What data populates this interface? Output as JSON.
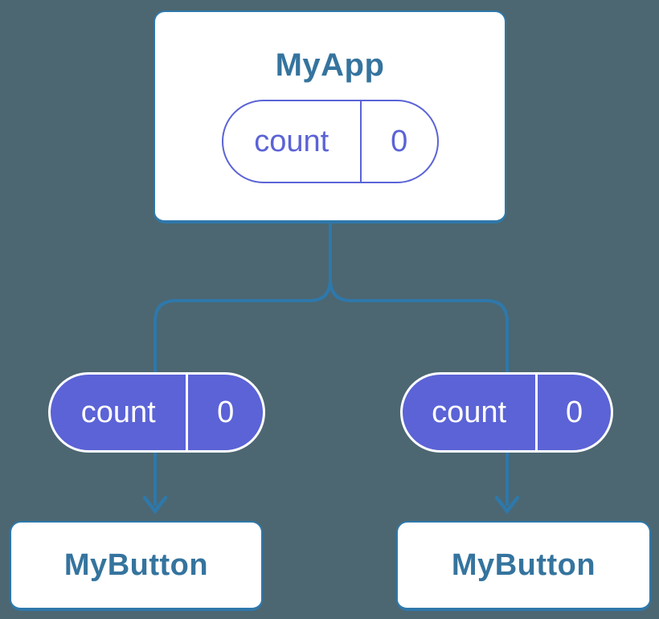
{
  "diagram": {
    "description": "Component tree passing a prop from parent to children",
    "root": {
      "title": "MyApp",
      "prop": {
        "name": "count",
        "value": "0"
      }
    },
    "children": [
      {
        "title": "MyButton",
        "prop": {
          "name": "count",
          "value": "0"
        }
      },
      {
        "title": "MyButton",
        "prop": {
          "name": "count",
          "value": "0"
        }
      }
    ]
  },
  "colors": {
    "background": "#4C6771",
    "line": "#2E78AB",
    "box_border": "#2E78AB",
    "box_fill": "#FFFFFF",
    "title_text": "#35749E",
    "purple": "#5B63D6",
    "pill_text_on_purple": "#FFFFFF"
  }
}
